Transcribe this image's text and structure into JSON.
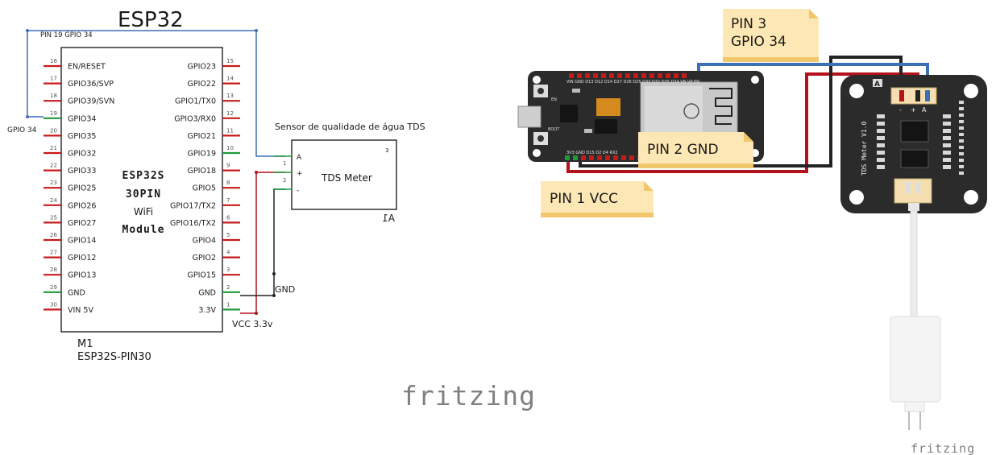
{
  "colors": {
    "wire_blue": "#3d6fb5",
    "wire_red": "#b3111c",
    "wire_black": "#222222",
    "pin_red": "#c51a1a",
    "pin_green": "#1f9a3a",
    "note_yellow": "#fde7b4",
    "note_fold": "#f2c66a",
    "board_dark": "#2b2b2b",
    "chip_silver": "#c9c9c9"
  },
  "schematic": {
    "title": "ESP32",
    "left_pins": [
      {
        "num": "16",
        "label": "EN/RESET",
        "connected": false
      },
      {
        "num": "17",
        "label": "GPIO36/SVP",
        "connected": false
      },
      {
        "num": "18",
        "label": "GPIO39/SVN",
        "connected": false
      },
      {
        "num": "19",
        "label": "GPIO34",
        "connected": true
      },
      {
        "num": "20",
        "label": "GPIO35",
        "connected": false
      },
      {
        "num": "21",
        "label": "GPIO32",
        "connected": false
      },
      {
        "num": "22",
        "label": "GPIO33",
        "connected": false
      },
      {
        "num": "23",
        "label": "GPIO25",
        "connected": false
      },
      {
        "num": "24",
        "label": "GPIO26",
        "connected": false
      },
      {
        "num": "25",
        "label": "GPIO27",
        "connected": false
      },
      {
        "num": "26",
        "label": "GPIO14",
        "connected": false
      },
      {
        "num": "27",
        "label": "GPIO12",
        "connected": false
      },
      {
        "num": "28",
        "label": "GPIO13",
        "connected": false
      },
      {
        "num": "29",
        "label": "GND",
        "connected": true
      },
      {
        "num": "30",
        "label": "VIN 5V",
        "connected": false
      }
    ],
    "right_pins": [
      {
        "num": "15",
        "label": "GPIO23",
        "connected": false
      },
      {
        "num": "14",
        "label": "GPIO22",
        "connected": false
      },
      {
        "num": "13",
        "label": "GPIO1/TX0",
        "connected": false
      },
      {
        "num": "12",
        "label": "GPIO3/RX0",
        "connected": false
      },
      {
        "num": "11",
        "label": "GPIO21",
        "connected": false
      },
      {
        "num": "10",
        "label": "GPIO19",
        "connected": true
      },
      {
        "num": "9",
        "label": "GPIO18",
        "connected": false
      },
      {
        "num": "8",
        "label": "GPIO5",
        "connected": false
      },
      {
        "num": "7",
        "label": "GPIO17/TX2",
        "connected": false
      },
      {
        "num": "6",
        "label": "GPIO16/TX2",
        "connected": false
      },
      {
        "num": "5",
        "label": "GPIO4",
        "connected": false
      },
      {
        "num": "4",
        "label": "GPIO2",
        "connected": false
      },
      {
        "num": "3",
        "label": "GPIO15",
        "connected": false
      },
      {
        "num": "2",
        "label": "GND",
        "connected": true
      },
      {
        "num": "1",
        "label": "3.3V",
        "connected": true
      }
    ],
    "module_text": [
      "ESP32S",
      "30PIN",
      "WiFi",
      "Module"
    ],
    "part_ref": "M1",
    "part_name": "ESP32S-PIN30",
    "wire_top_label": "PIN 19 GPIO 34",
    "wire_left_label": "GPIO 34",
    "gnd_label": "GND",
    "vcc_label": "VCC  3.3v",
    "sensor_title": "Sensor de qualidade de água TDS",
    "sensor_name": "TDS Meter",
    "sensor_corner_num": "3",
    "sensor_ref": "A1",
    "sensor_pins": [
      {
        "num": "",
        "label": "A"
      },
      {
        "num": "1",
        "label": "+"
      },
      {
        "num": "2",
        "label": "-"
      }
    ]
  },
  "breadboard": {
    "notes": {
      "pin3": [
        "PIN 3",
        "GPIO 34"
      ],
      "pin2": "PIN 2 GND",
      "pin1": "PIN 1 VCC"
    },
    "esp_pins_top": "VIN GND D13 D12 D14 D27 D26 D25 D33 D32 D35 D34 VN VP EN",
    "esp_pins_bottom": "3V3 GND D15 D2 D4 RX2",
    "en_label": "EN",
    "boot_label": "BOOT",
    "tds_title": "TDS Meter V1.0",
    "tds_header_labels": [
      "-",
      "+",
      "A"
    ],
    "tds_marker": "A"
  },
  "watermarks": {
    "center": "fritzing",
    "corner": "fritzing"
  }
}
